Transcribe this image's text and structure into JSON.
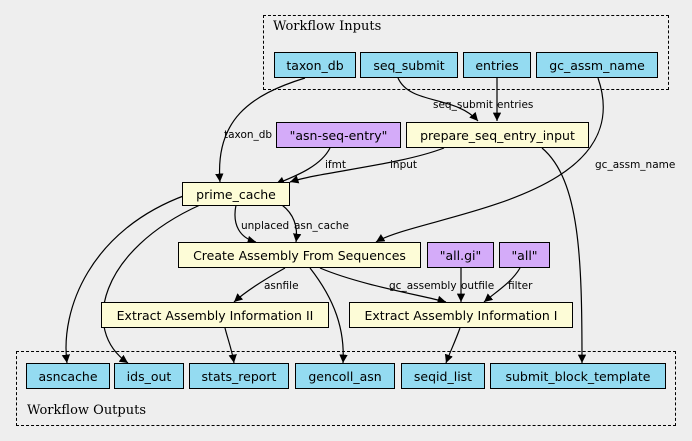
{
  "clusters": {
    "inputs": {
      "label": "Workflow Inputs"
    },
    "outputs": {
      "label": "Workflow Outputs"
    }
  },
  "nodes": {
    "taxon_db": "taxon_db",
    "seq_submit": "seq_submit",
    "entries": "entries",
    "gc_assm_name": "gc_assm_name",
    "asn_seq_entry": "\"asn-seq-entry\"",
    "prepare_seq_entry_input": "prepare_seq_entry_input",
    "prime_cache": "prime_cache",
    "create_assembly": "Create Assembly From Sequences",
    "all_gi": "\"all.gi\"",
    "all": "\"all\"",
    "extract_ii": "Extract Assembly Information II",
    "extract_i": "Extract Assembly Information I",
    "asncache": "asncache",
    "ids_out": "ids_out",
    "stats_report": "stats_report",
    "gencoll_asn": "gencoll_asn",
    "seqid_list": "seqid_list",
    "submit_block_template": "submit_block_template"
  },
  "edge_labels": {
    "taxon_db": "taxon_db",
    "seq_submit": "seq_submit",
    "entries": "entries",
    "gc_assm_name": "gc_assm_name",
    "ifmt": "ifmt",
    "input": "input",
    "unplaced": "unplaced",
    "asn_cache": "asn_cache",
    "asnfile": "asnfile",
    "gc_assembly": "gc_assembly",
    "outfile": "outfile",
    "filter": "filter"
  }
}
